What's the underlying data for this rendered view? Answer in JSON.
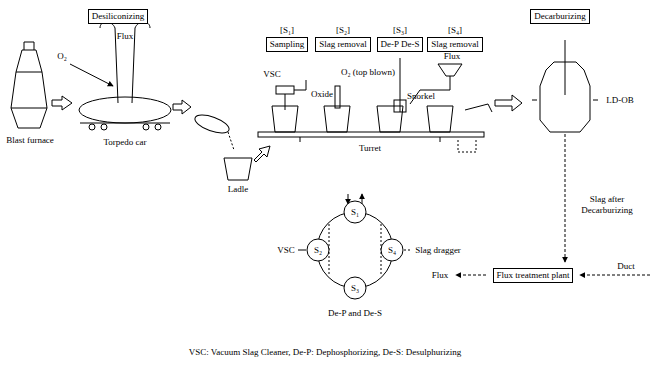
{
  "diagram": {
    "caption": "VSC: Vacuum Slag Cleaner, De-P: Dephosphorizing, De-S: Desulphurizing",
    "nodes": [
      {
        "text": [
          "Desiliconizing"
        ]
      },
      {
        "text": [
          "[S₁]",
          "Sampling"
        ]
      },
      {
        "text": [
          "[S₂]",
          "Slag removal"
        ]
      },
      {
        "text": [
          "[S₃]",
          "De-P De-S"
        ]
      },
      {
        "text": [
          "[S₄]",
          "Slag removal"
        ]
      },
      {
        "text": [
          "Decarburizing"
        ]
      },
      {
        "text": [
          "S₁"
        ]
      },
      {
        "text": [
          "S₂"
        ]
      },
      {
        "text": [
          "S₃"
        ]
      },
      {
        "text": [
          "S₄"
        ]
      },
      {
        "text": [
          "Flux treatment plant"
        ]
      }
    ],
    "labels": [
      "Blast furnace",
      "O₂",
      "Flux",
      "Torpedo car",
      "Ladle",
      "VSC",
      "Oxide",
      "O₂ (top blown)",
      "Snorkel",
      "Flux",
      "Turret",
      "LD-OB",
      "VSC",
      "De-P and De-S",
      "Slag dragger",
      "Slag after Decarburizing",
      "Duct",
      "Flux"
    ]
  }
}
